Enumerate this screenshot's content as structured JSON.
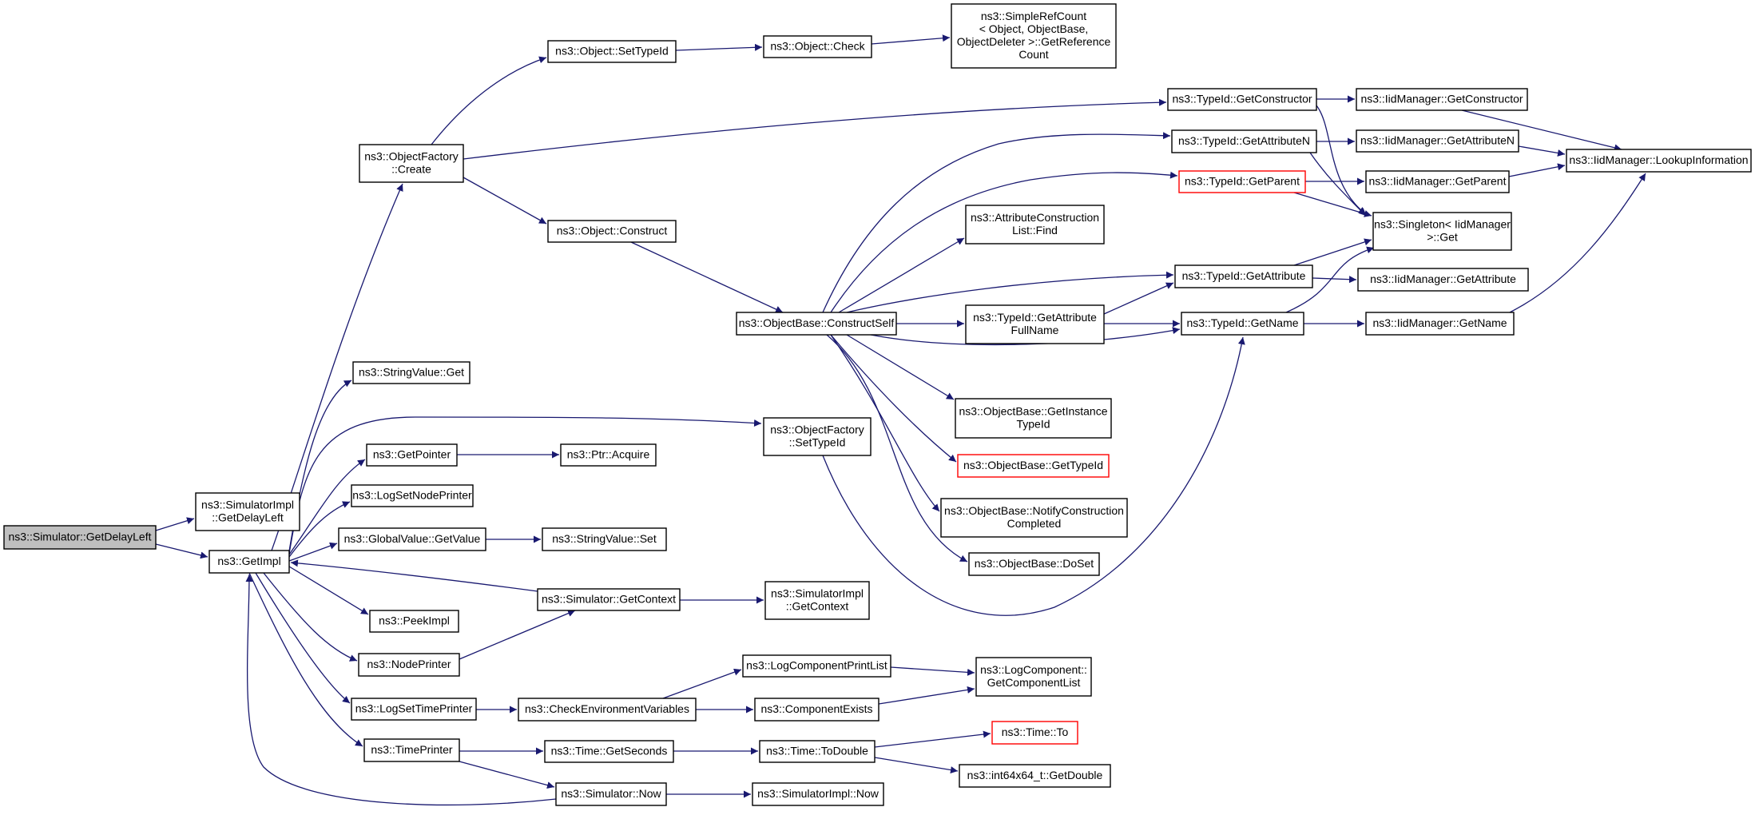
{
  "graph": {
    "root": "ns3::Simulator::GetDelayLeft",
    "node_labels": {
      "root": [
        "ns3::Simulator::GetDelayLeft"
      ],
      "sim_impl_getdelayleft": [
        "ns3::SimulatorImpl",
        "::GetDelayLeft"
      ],
      "getimpl": [
        "ns3::GetImpl"
      ],
      "objfactory_create": [
        "ns3::ObjectFactory",
        "::Create"
      ],
      "object_settypeid": [
        "ns3::Object::SetTypeId"
      ],
      "object_check": [
        "ns3::Object::Check"
      ],
      "simplerefcount": [
        "ns3::SimpleRefCount",
        "< Object, ObjectBase,",
        "ObjectDeleter >::GetReference",
        "Count"
      ],
      "object_construct": [
        "ns3::Object::Construct"
      ],
      "constructself": [
        "ns3::ObjectBase::ConstructSelf"
      ],
      "typeid_getconstructor": [
        "ns3::TypeId::GetConstructor"
      ],
      "iid_getconstructor": [
        "ns3::IidManager::GetConstructor"
      ],
      "typeid_getattributen": [
        "ns3::TypeId::GetAttributeN"
      ],
      "iid_getattributen": [
        "ns3::IidManager::GetAttributeN"
      ],
      "iid_lookupinformation": [
        "ns3::IidManager::LookupInformation"
      ],
      "typeid_getparent": [
        "ns3::TypeId::GetParent"
      ],
      "iid_getparent": [
        "ns3::IidManager::GetParent"
      ],
      "singleton_get": [
        "ns3::Singleton< IidManager",
        ">::Get"
      ],
      "attrconstr_find": [
        "ns3::AttributeConstruction",
        "List::Find"
      ],
      "typeid_getattribute": [
        "ns3::TypeId::GetAttribute"
      ],
      "iid_getattribute": [
        "ns3::IidManager::GetAttribute"
      ],
      "typeid_getattrfullname": [
        "ns3::TypeId::GetAttribute",
        "FullName"
      ],
      "typeid_getname": [
        "ns3::TypeId::GetName"
      ],
      "iid_getname": [
        "ns3::IidManager::GetName"
      ],
      "objbase_getinstancetypeid": [
        "ns3::ObjectBase::GetInstance",
        "TypeId"
      ],
      "objbase_gettypeid": [
        "ns3::ObjectBase::GetTypeId"
      ],
      "objbase_notifyconstr": [
        "ns3::ObjectBase::NotifyConstruction",
        "Completed"
      ],
      "objbase_doset": [
        "ns3::ObjectBase::DoSet"
      ],
      "stringvalue_get": [
        "ns3::StringValue::Get"
      ],
      "objfactory_settypeid": [
        "ns3::ObjectFactory",
        "::SetTypeId"
      ],
      "getpointer": [
        "ns3::GetPointer"
      ],
      "ptr_acquire": [
        "ns3::Ptr::Acquire"
      ],
      "logsetnodeprinter": [
        "ns3::LogSetNodePrinter"
      ],
      "globalvalue_getvalue": [
        "ns3::GlobalValue::GetValue"
      ],
      "stringvalue_set": [
        "ns3::StringValue::Set"
      ],
      "simulator_getcontext": [
        "ns3::Simulator::GetContext"
      ],
      "simimpl_getcontext": [
        "ns3::SimulatorImpl",
        "::GetContext"
      ],
      "peekimpl": [
        "ns3::PeekImpl"
      ],
      "nodeprinter": [
        "ns3::NodePrinter"
      ],
      "logcomponentprintlist": [
        "ns3::LogComponentPrintList"
      ],
      "logcomponent_getcomplist": [
        "ns3::LogComponent::",
        "GetComponentList"
      ],
      "logsettimeprinter": [
        "ns3::LogSetTimePrinter"
      ],
      "checkenvvars": [
        "ns3::CheckEnvironmentVariables"
      ],
      "componentexists": [
        "ns3::ComponentExists"
      ],
      "timeprinter": [
        "ns3::TimePrinter"
      ],
      "time_getseconds": [
        "ns3::Time::GetSeconds"
      ],
      "time_todouble": [
        "ns3::Time::ToDouble"
      ],
      "time_to": [
        "ns3::Time::To"
      ],
      "int64x64_getdouble": [
        "ns3::int64x64_t::GetDouble"
      ],
      "simulator_now": [
        "ns3::Simulator::Now"
      ],
      "simimpl_now": [
        "ns3::SimulatorImpl::Now"
      ]
    },
    "highlighted_node": "root",
    "truncated_nodes": [
      "typeid_getparent",
      "objbase_gettypeid",
      "time_to"
    ],
    "edges": [
      [
        "root",
        "sim_impl_getdelayleft"
      ],
      [
        "root",
        "getimpl"
      ],
      [
        "getimpl",
        "objfactory_create"
      ],
      [
        "getimpl",
        "stringvalue_get"
      ],
      [
        "getimpl",
        "objfactory_settypeid"
      ],
      [
        "getimpl",
        "getpointer"
      ],
      [
        "getimpl",
        "logsetnodeprinter"
      ],
      [
        "getimpl",
        "globalvalue_getvalue"
      ],
      [
        "getimpl",
        "peekimpl"
      ],
      [
        "getimpl",
        "nodeprinter"
      ],
      [
        "getimpl",
        "logsettimeprinter"
      ],
      [
        "getimpl",
        "timeprinter"
      ],
      [
        "objfactory_create",
        "object_settypeid"
      ],
      [
        "objfactory_create",
        "typeid_getconstructor"
      ],
      [
        "objfactory_create",
        "object_construct"
      ],
      [
        "object_settypeid",
        "object_check"
      ],
      [
        "object_check",
        "simplerefcount"
      ],
      [
        "object_construct",
        "constructself"
      ],
      [
        "constructself",
        "typeid_getattributen"
      ],
      [
        "constructself",
        "typeid_getparent"
      ],
      [
        "constructself",
        "attrconstr_find"
      ],
      [
        "constructself",
        "typeid_getattribute"
      ],
      [
        "constructself",
        "typeid_getattrfullname"
      ],
      [
        "constructself",
        "typeid_getname"
      ],
      [
        "constructself",
        "objbase_getinstancetypeid"
      ],
      [
        "constructself",
        "objbase_gettypeid"
      ],
      [
        "constructself",
        "objbase_notifyconstr"
      ],
      [
        "constructself",
        "objbase_doset"
      ],
      [
        "typeid_getconstructor",
        "iid_getconstructor"
      ],
      [
        "typeid_getconstructor",
        "singleton_get"
      ],
      [
        "iid_getconstructor",
        "iid_lookupinformation"
      ],
      [
        "typeid_getattributen",
        "iid_getattributen"
      ],
      [
        "typeid_getattributen",
        "singleton_get"
      ],
      [
        "iid_getattributen",
        "iid_lookupinformation"
      ],
      [
        "typeid_getparent",
        "iid_getparent"
      ],
      [
        "typeid_getparent",
        "singleton_get"
      ],
      [
        "iid_getparent",
        "iid_lookupinformation"
      ],
      [
        "typeid_getattribute",
        "iid_getattribute"
      ],
      [
        "typeid_getattribute",
        "singleton_get"
      ],
      [
        "typeid_getattrfullname",
        "typeid_getattribute"
      ],
      [
        "typeid_getattrfullname",
        "typeid_getname"
      ],
      [
        "typeid_getname",
        "iid_getname"
      ],
      [
        "typeid_getname",
        "singleton_get"
      ],
      [
        "iid_getname",
        "iid_lookupinformation"
      ],
      [
        "objfactory_settypeid",
        "typeid_getname"
      ],
      [
        "getpointer",
        "ptr_acquire"
      ],
      [
        "globalvalue_getvalue",
        "stringvalue_set"
      ],
      [
        "simulator_getcontext",
        "getimpl"
      ],
      [
        "simulator_getcontext",
        "simimpl_getcontext"
      ],
      [
        "nodeprinter",
        "simulator_getcontext"
      ],
      [
        "logsettimeprinter",
        "checkenvvars"
      ],
      [
        "checkenvvars",
        "logcomponentprintlist"
      ],
      [
        "checkenvvars",
        "componentexists"
      ],
      [
        "logcomponentprintlist",
        "logcomponent_getcomplist"
      ],
      [
        "componentexists",
        "logcomponent_getcomplist"
      ],
      [
        "timeprinter",
        "time_getseconds"
      ],
      [
        "timeprinter",
        "simulator_now"
      ],
      [
        "time_getseconds",
        "time_todouble"
      ],
      [
        "time_todouble",
        "time_to"
      ],
      [
        "time_todouble",
        "int64x64_getdouble"
      ],
      [
        "simulator_now",
        "getimpl"
      ],
      [
        "simulator_now",
        "simimpl_now"
      ]
    ],
    "colors": {
      "edge": "#191970",
      "node_border": "#000000",
      "truncated_border": "#ff0000",
      "root_fill": "#bfbfbf",
      "node_fill": "#ffffff"
    }
  }
}
